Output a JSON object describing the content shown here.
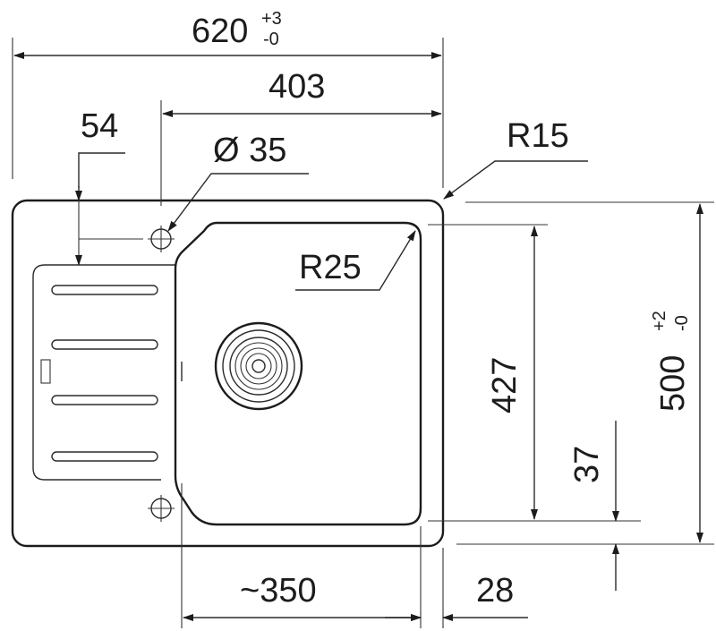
{
  "dimensions": {
    "overall_width": {
      "value": "620",
      "tol_plus": "+3",
      "tol_minus": "-0"
    },
    "bowl_width": "403",
    "tap_hole_offset": "54",
    "tap_hole_diameter": "Ø 35",
    "corner_radius_outer": "R15",
    "corner_radius_bowl": "R25",
    "bowl_depth": "427",
    "overall_depth": {
      "value": "500",
      "tol_plus": "+2",
      "tol_minus": "-0"
    },
    "bowl_bottom_offset": "37",
    "drainer_length": "~350",
    "bowl_side_offset": "28"
  },
  "colors": {
    "line": "#1c1c1c",
    "background": "#ffffff"
  }
}
